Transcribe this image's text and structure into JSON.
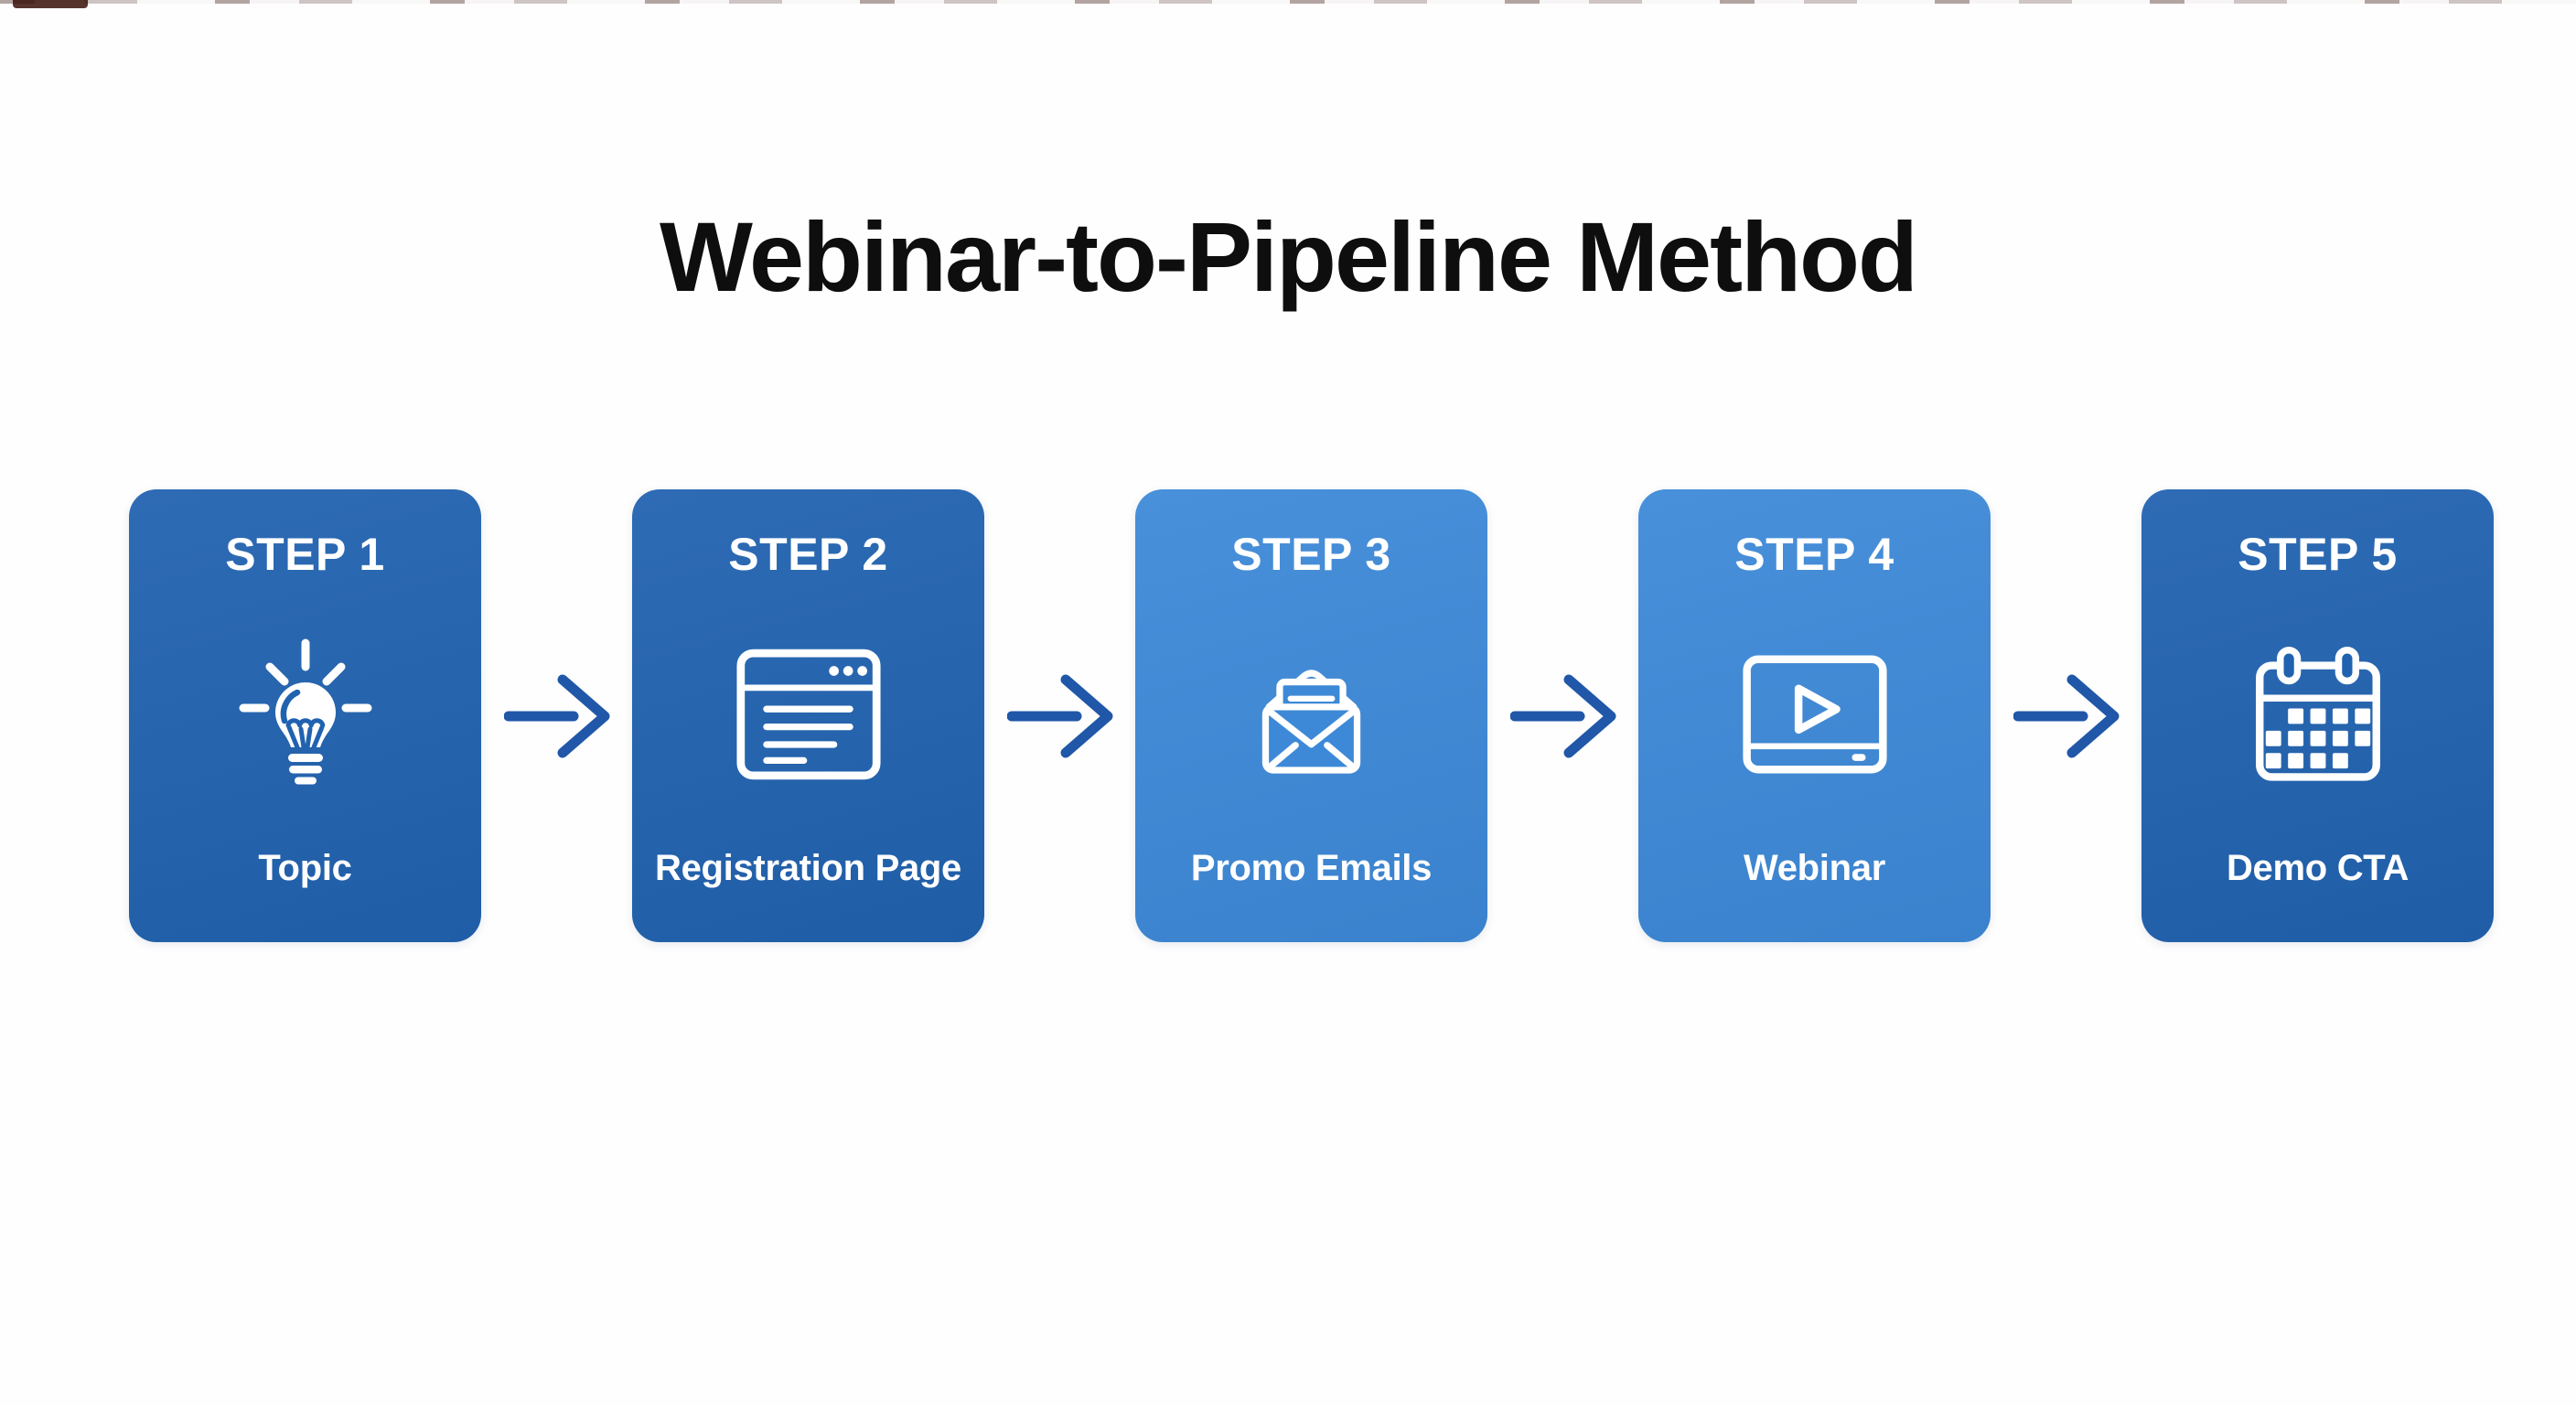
{
  "title": "Webinar-to-Pipeline Method",
  "colors": {
    "background": "#fefefe",
    "title_text": "#0e0e0e",
    "card_dark": "#2162b0",
    "card_light": "#3d89d8",
    "card_text": "#ffffff",
    "arrow": "#2057a8"
  },
  "steps": [
    {
      "step_label": "STEP 1",
      "name": "Topic",
      "icon": "lightbulb-icon",
      "tone": "dark"
    },
    {
      "step_label": "STEP 2",
      "name": "Registration Page",
      "icon": "browser-window-icon",
      "tone": "dark"
    },
    {
      "step_label": "STEP 3",
      "name": "Promo Emails",
      "icon": "email-envelope-icon",
      "tone": "light"
    },
    {
      "step_label": "STEP 4",
      "name": "Webinar",
      "icon": "video-player-icon",
      "tone": "light"
    },
    {
      "step_label": "STEP 5",
      "name": "Demo CTA",
      "icon": "calendar-icon",
      "tone": "dark"
    }
  ],
  "connectors": {
    "glyph": "arrow-right",
    "count": 4
  }
}
